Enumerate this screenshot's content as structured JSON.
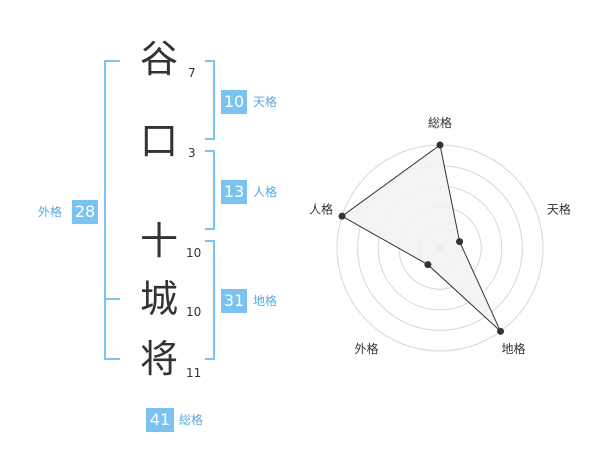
{
  "name_chars": [
    {
      "char": "谷",
      "strokes": "7"
    },
    {
      "char": "口",
      "strokes": "3"
    },
    {
      "char": "十",
      "strokes": "10"
    },
    {
      "char": "城",
      "strokes": "10"
    },
    {
      "char": "将",
      "strokes": "11"
    }
  ],
  "fortunes": {
    "tenkaku": {
      "value": "10",
      "label": "天格"
    },
    "jinkaku": {
      "value": "13",
      "label": "人格"
    },
    "chikaku": {
      "value": "31",
      "label": "地格"
    },
    "gaikaku": {
      "value": "28",
      "label": "外格"
    },
    "soukaku": {
      "value": "41",
      "label": "総格"
    }
  },
  "colors": {
    "accent": "#7ac3f0",
    "label": "#5aa9df",
    "grid": "#d8d8d8",
    "fill": "#f2f2f2",
    "line": "#333333"
  },
  "chart_data": {
    "type": "radar",
    "axes": [
      "総格",
      "天格",
      "地格",
      "外格",
      "人格"
    ],
    "values": [
      5,
      1,
      5,
      1,
      5
    ],
    "scale_max": 5,
    "rings": 5
  }
}
